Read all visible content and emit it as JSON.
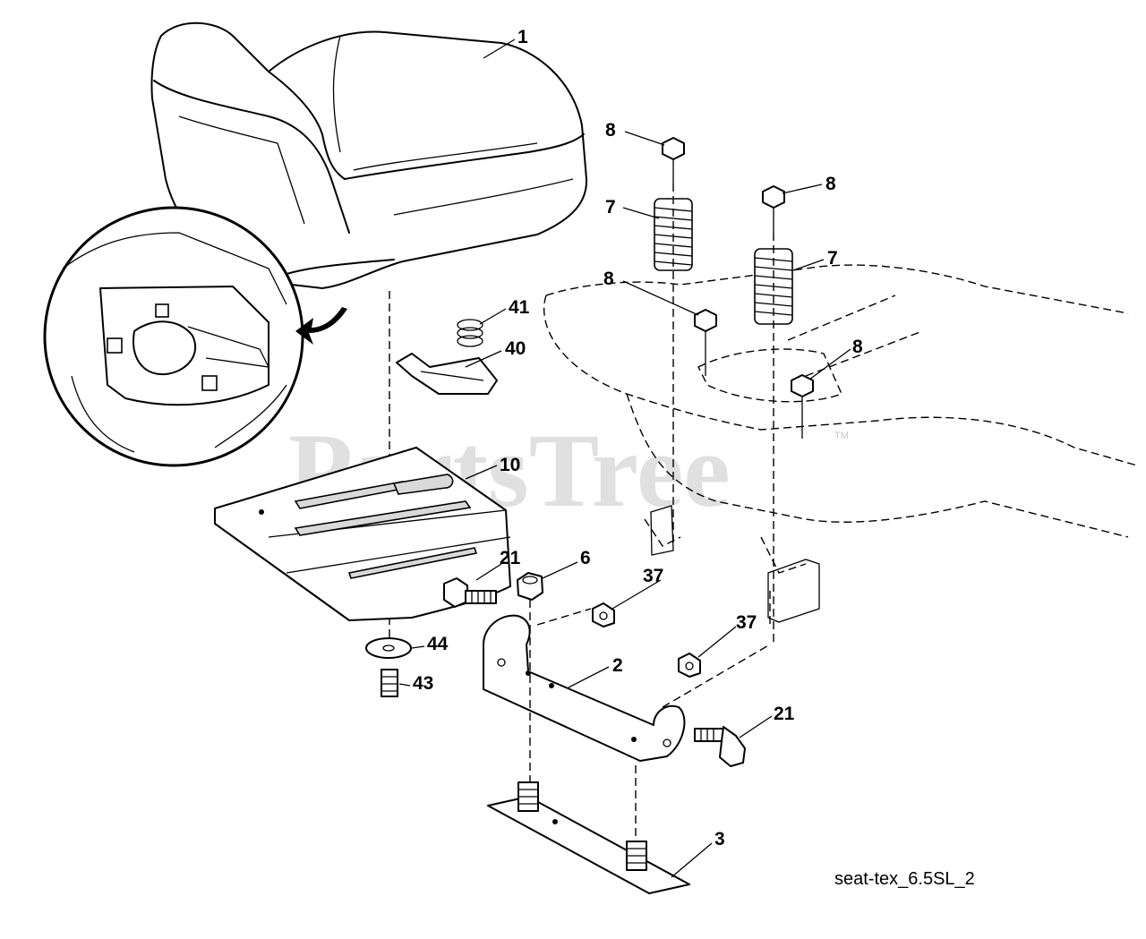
{
  "diagram": {
    "reference_code": "seat-tex_6.5SL_2",
    "watermark": "PartsTree",
    "watermark_tm": "TM",
    "callouts": [
      {
        "id": "c1",
        "label": "1"
      },
      {
        "id": "c8a",
        "label": "8"
      },
      {
        "id": "c8b",
        "label": "8"
      },
      {
        "id": "c7a",
        "label": "7"
      },
      {
        "id": "c7b",
        "label": "7"
      },
      {
        "id": "c8c",
        "label": "8"
      },
      {
        "id": "c8d",
        "label": "8"
      },
      {
        "id": "c41",
        "label": "41"
      },
      {
        "id": "c40",
        "label": "40"
      },
      {
        "id": "c10",
        "label": "10"
      },
      {
        "id": "c21a",
        "label": "21"
      },
      {
        "id": "c6",
        "label": "6"
      },
      {
        "id": "c37a",
        "label": "37"
      },
      {
        "id": "c37b",
        "label": "37"
      },
      {
        "id": "c2",
        "label": "2"
      },
      {
        "id": "c44",
        "label": "44"
      },
      {
        "id": "c43",
        "label": "43"
      },
      {
        "id": "c21b",
        "label": "21"
      },
      {
        "id": "c3",
        "label": "3"
      }
    ]
  }
}
